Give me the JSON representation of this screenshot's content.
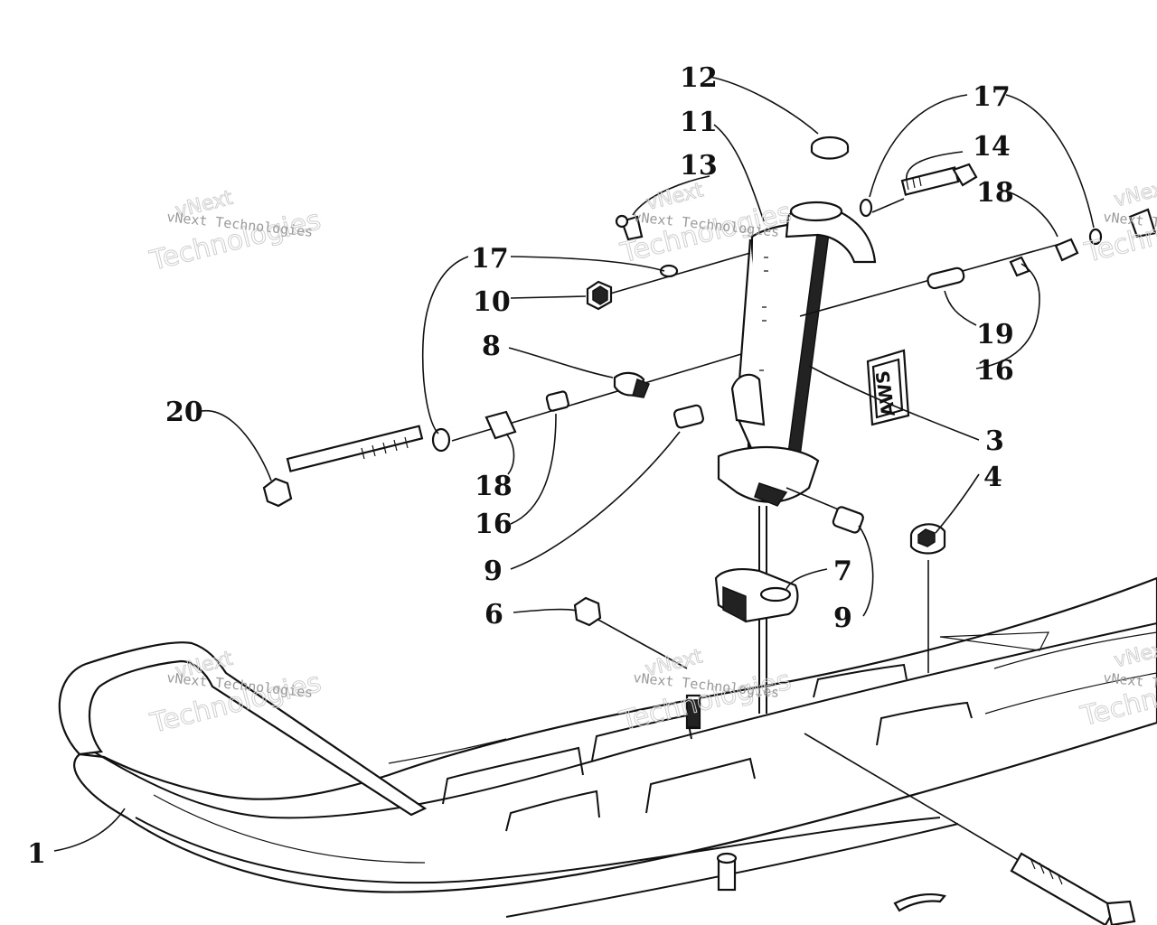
{
  "callouts": [
    "1",
    "3",
    "4",
    "6",
    "7",
    "8",
    "9",
    "9",
    "10",
    "11",
    "12",
    "13",
    "14",
    "16",
    "16",
    "17",
    "17",
    "18",
    "18",
    "19",
    "20"
  ],
  "decal_text": "AWS",
  "watermark": {
    "brand": "vNext",
    "big": "Technologies",
    "small": "vNext Technologies"
  }
}
